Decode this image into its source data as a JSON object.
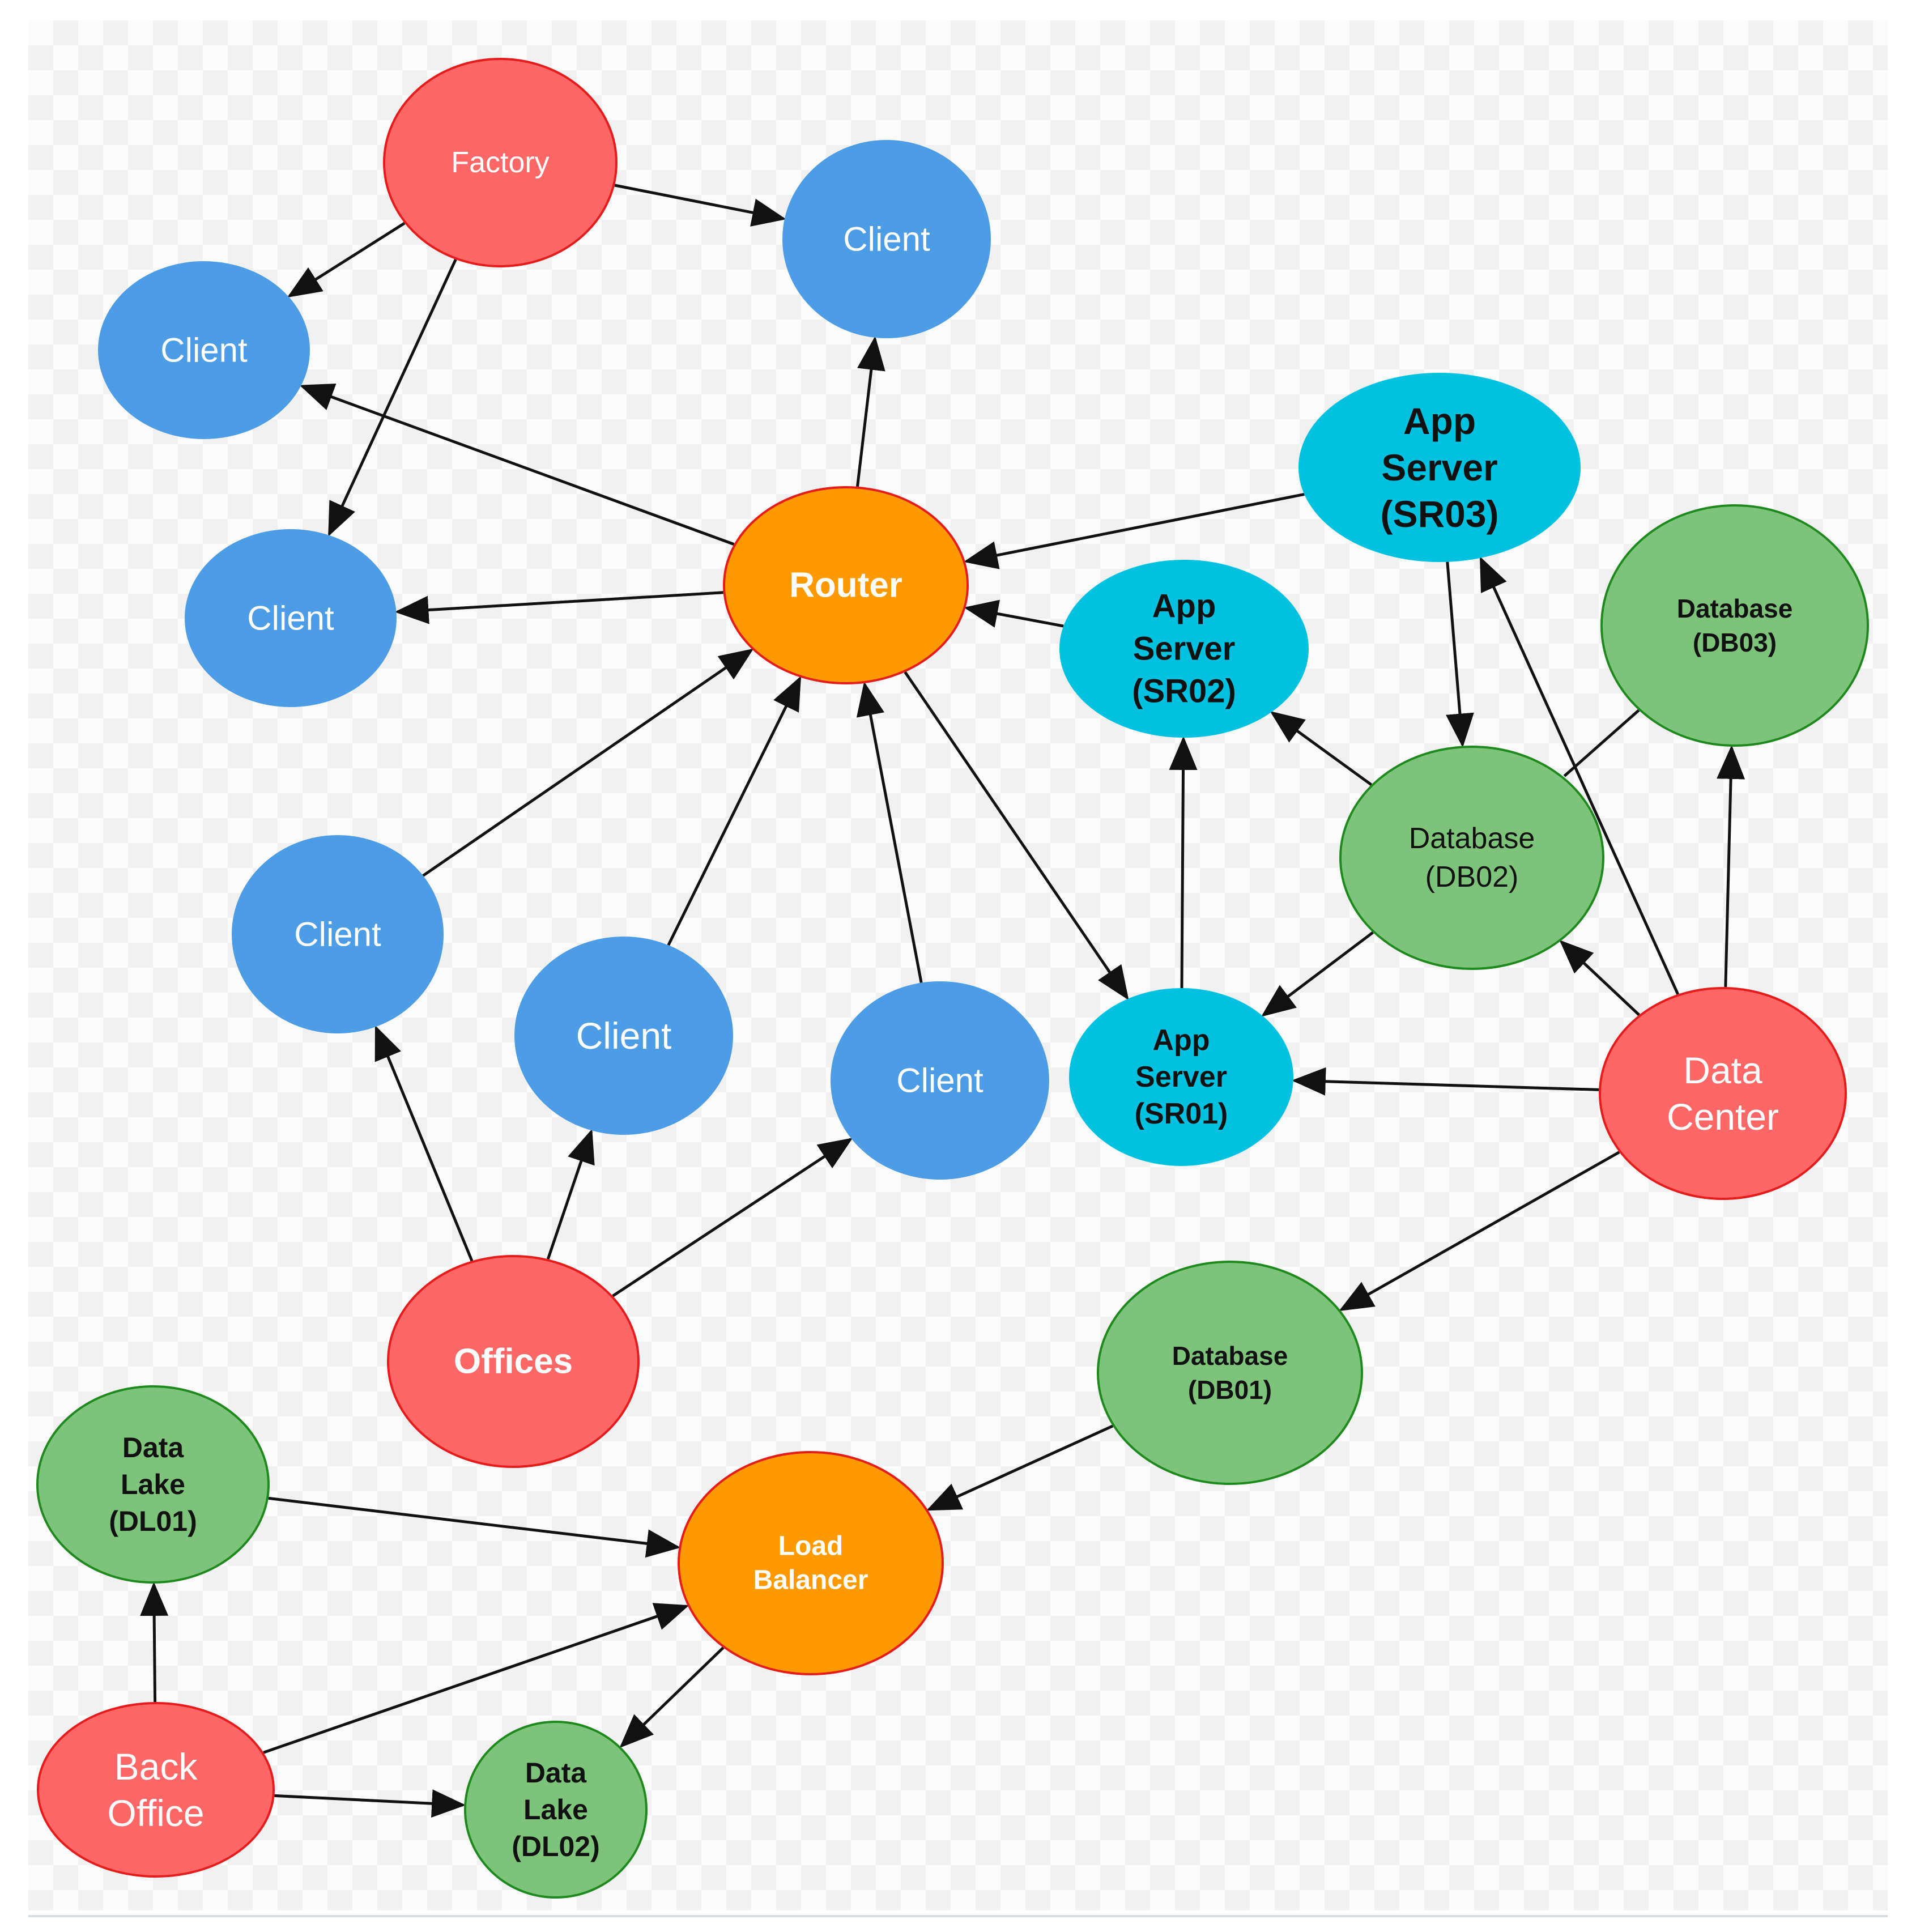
{
  "colors": {
    "location": "#ff6666",
    "location_stroke": "#e61b1b",
    "client": "#4d9ce6",
    "network": "#ff9900",
    "app_server": "#00c2e0",
    "database": "#7dc47a",
    "database_stroke": "#1e8a1e",
    "edge": "#111111"
  },
  "nodes": [
    {
      "id": "factory",
      "lines": [
        "Factory"
      ],
      "kind": "location"
    },
    {
      "id": "client-top",
      "lines": [
        "Client"
      ],
      "kind": "client"
    },
    {
      "id": "client-left-upper",
      "lines": [
        "Client"
      ],
      "kind": "client"
    },
    {
      "id": "client-left-lower",
      "lines": [
        "Client"
      ],
      "kind": "client"
    },
    {
      "id": "router",
      "lines": [
        "Router"
      ],
      "kind": "network"
    },
    {
      "id": "app-server-sr03",
      "lines": [
        "App",
        "Server",
        "(SR03)"
      ],
      "kind": "app_server"
    },
    {
      "id": "app-server-sr02",
      "lines": [
        "App",
        "Server",
        "(SR02)"
      ],
      "kind": "app_server"
    },
    {
      "id": "database-db03",
      "lines": [
        "Database",
        "(DB03)"
      ],
      "kind": "database"
    },
    {
      "id": "database-db02",
      "lines": [
        "Database",
        "(DB02)"
      ],
      "kind": "database"
    },
    {
      "id": "client-mid-left",
      "lines": [
        "Client"
      ],
      "kind": "client"
    },
    {
      "id": "client-mid-center",
      "lines": [
        "Client"
      ],
      "kind": "client"
    },
    {
      "id": "client-mid-right",
      "lines": [
        "Client"
      ],
      "kind": "client"
    },
    {
      "id": "app-server-sr01",
      "lines": [
        "App",
        "Server",
        "(SR01)"
      ],
      "kind": "app_server"
    },
    {
      "id": "data-center",
      "lines": [
        "Data",
        "Center"
      ],
      "kind": "location"
    },
    {
      "id": "database-db01",
      "lines": [
        "Database",
        "(DB01)"
      ],
      "kind": "database"
    },
    {
      "id": "offices",
      "lines": [
        "Offices"
      ],
      "kind": "location"
    },
    {
      "id": "data-lake-dl01",
      "lines": [
        "Data",
        "Lake",
        "(DL01)"
      ],
      "kind": "database"
    },
    {
      "id": "load-balancer",
      "lines": [
        "Load",
        "Balancer"
      ],
      "kind": "network"
    },
    {
      "id": "back-office",
      "lines": [
        "Back",
        "Office"
      ],
      "kind": "location"
    },
    {
      "id": "data-lake-dl02",
      "lines": [
        "Data",
        "Lake",
        "(DL02)"
      ],
      "kind": "database"
    }
  ],
  "edges": [
    {
      "from": "factory",
      "to": "client-top"
    },
    {
      "from": "factory",
      "to": "client-left-upper"
    },
    {
      "from": "factory",
      "to": "client-left-lower"
    },
    {
      "from": "router",
      "to": "client-top"
    },
    {
      "from": "router",
      "to": "client-left-upper"
    },
    {
      "from": "router",
      "to": "client-left-lower"
    },
    {
      "from": "router",
      "to": "app-server-sr01"
    },
    {
      "from": "app-server-sr03",
      "to": "router"
    },
    {
      "from": "app-server-sr02",
      "to": "router"
    },
    {
      "from": "app-server-sr03",
      "to": "database-db02"
    },
    {
      "from": "database-db02",
      "to": "app-server-sr02"
    },
    {
      "from": "database-db02",
      "to": "app-server-sr01"
    },
    {
      "from": "database-db03",
      "to": "database-db02",
      "arrow": false
    },
    {
      "from": "app-server-sr01",
      "to": "app-server-sr02"
    },
    {
      "from": "client-mid-left",
      "to": "router"
    },
    {
      "from": "client-mid-center",
      "to": "router"
    },
    {
      "from": "client-mid-right",
      "to": "router"
    },
    {
      "from": "data-center",
      "to": "app-server-sr01"
    },
    {
      "from": "data-center",
      "to": "database-db02"
    },
    {
      "from": "data-center",
      "to": "app-server-sr03"
    },
    {
      "from": "data-center",
      "to": "database-db03"
    },
    {
      "from": "data-center",
      "to": "database-db01"
    },
    {
      "from": "offices",
      "to": "client-mid-left"
    },
    {
      "from": "offices",
      "to": "client-mid-center"
    },
    {
      "from": "offices",
      "to": "client-mid-right"
    },
    {
      "from": "database-db01",
      "to": "load-balancer"
    },
    {
      "from": "data-lake-dl01",
      "to": "load-balancer"
    },
    {
      "from": "back-office",
      "to": "data-lake-dl01"
    },
    {
      "from": "back-office",
      "to": "load-balancer"
    },
    {
      "from": "back-office",
      "to": "data-lake-dl02"
    },
    {
      "from": "load-balancer",
      "to": "data-lake-dl02"
    }
  ]
}
